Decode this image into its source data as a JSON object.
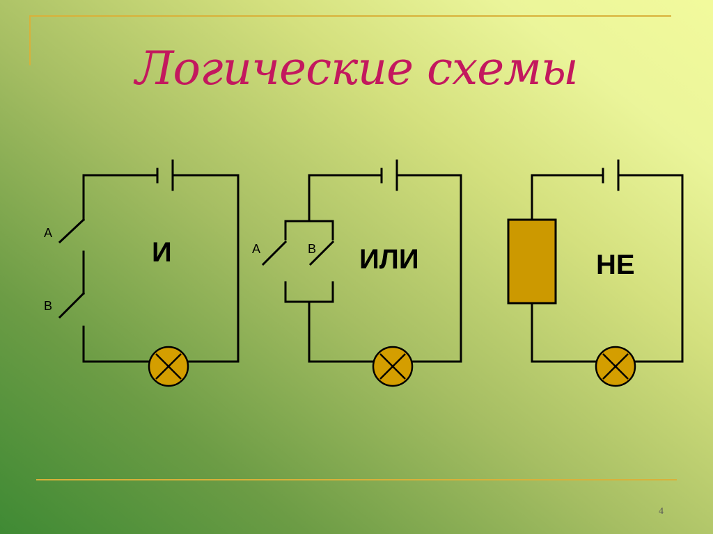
{
  "slide": {
    "title": "Логические схемы",
    "page_number": "4"
  },
  "circuits": {
    "and": {
      "gate_label": "И",
      "switch_a": "A",
      "switch_b": "B"
    },
    "or": {
      "gate_label": "ИЛИ",
      "switch_a": "A",
      "switch_b": "B"
    },
    "not": {
      "gate_label": "НЕ"
    }
  },
  "colors": {
    "title": "#c3185e",
    "frame": "#d9b13a",
    "lamp_fill": "#d49e00",
    "resistor_fill": "#cc9900",
    "wire": "#000000"
  }
}
